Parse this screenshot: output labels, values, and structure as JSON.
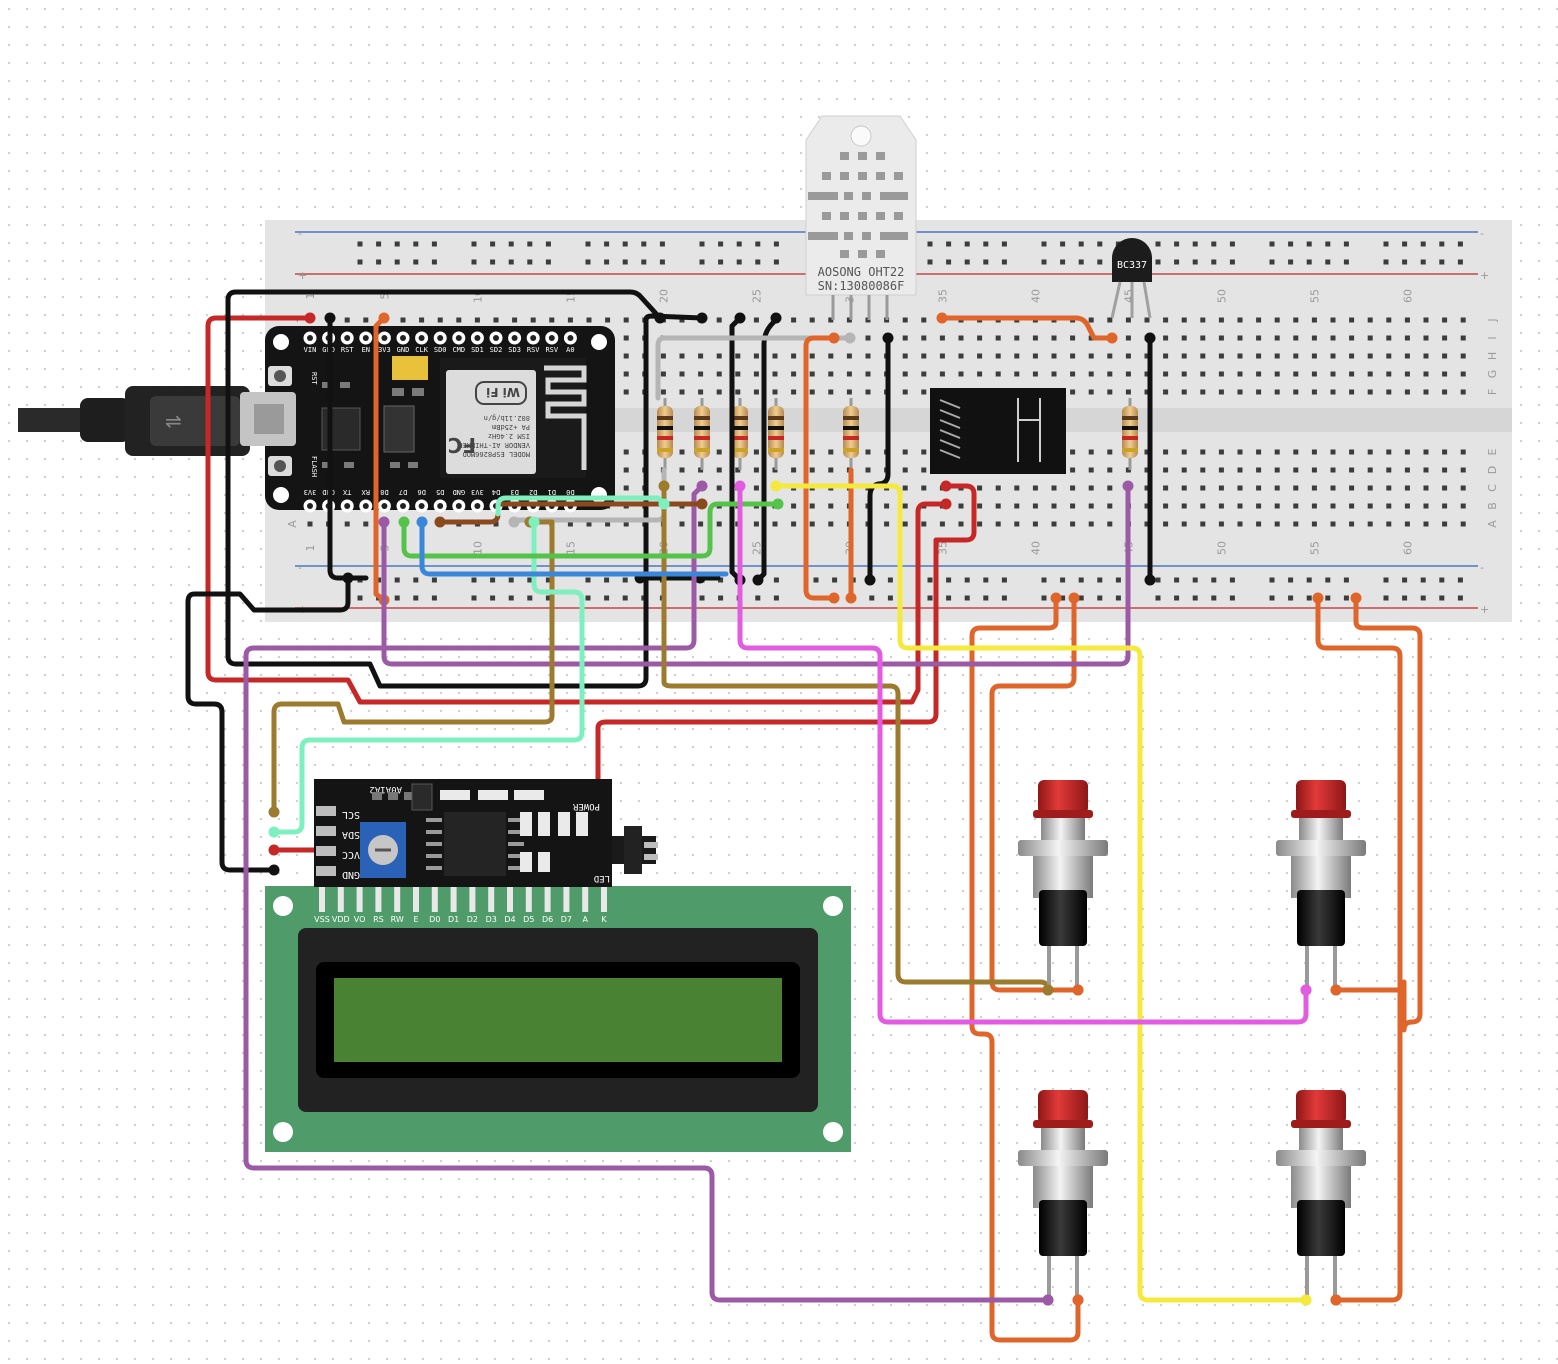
{
  "breadboard": {
    "rail_minus": "-",
    "rail_plus": "+",
    "column_numbers": [
      "1",
      "5",
      "10",
      "15",
      "20",
      "25",
      "30",
      "35",
      "40",
      "45",
      "50",
      "55",
      "60"
    ],
    "row_letters_top": [
      "J",
      "I",
      "H",
      "G",
      "F"
    ],
    "row_letters_bottom": [
      "E",
      "D",
      "C",
      "B",
      "A"
    ]
  },
  "dht22": {
    "label_line1": "AOSONG OHT22",
    "label_line2": "SN:13080086F"
  },
  "transistor": {
    "label": "BC337"
  },
  "nodemcu": {
    "top_pins": [
      "VIN",
      "GND",
      "RST",
      "EN",
      "3V3",
      "GND",
      "CLK",
      "SD0",
      "CMD",
      "SD1",
      "SD2",
      "SD3",
      "RSV",
      "RSV",
      "A0"
    ],
    "bottom_pins": [
      "3V3",
      "GND",
      "TX",
      "RX",
      "D8",
      "D7",
      "D6",
      "D5",
      "GND",
      "3V3",
      "D4",
      "D3",
      "D2",
      "D1",
      "D0"
    ],
    "rst_label": "RST",
    "flash_label": "FLASH",
    "module_text": [
      "MODEL ESP8266MOD",
      "VENDOR AI-THINKER",
      "ISM 2.4GHz",
      "PA +25dBm",
      "802.11b/g/n"
    ],
    "fc_mark": "FC",
    "wifi_mark": "Wi Fi"
  },
  "i2c_backpack": {
    "pins": [
      "SCL",
      "SDA",
      "VCC",
      "GND"
    ],
    "addr_label": "A0A1A2",
    "power_label": "POWER",
    "led_label": "LED"
  },
  "lcd": {
    "pins": [
      "VSS",
      "VDD",
      "VO",
      "RS",
      "RW",
      "E",
      "D0",
      "D1",
      "D2",
      "D3",
      "D4",
      "D5",
      "D6",
      "D7",
      "A",
      "K"
    ]
  },
  "colors": {
    "red": "#c62828",
    "black": "#111111",
    "orange": "#e0652a",
    "purple": "#9b59a6",
    "brown": "#9c7a2e",
    "mint": "#7ef0c0",
    "blue": "#3a86d8",
    "green": "#55c24a",
    "yellow": "#f4ea3d",
    "magenta": "#e35be0",
    "gray": "#b5b5b5",
    "dark_brown": "#8a4a1e",
    "lcd_pcb": "#4f9b6a",
    "lcd_screen": "#4a8234"
  }
}
